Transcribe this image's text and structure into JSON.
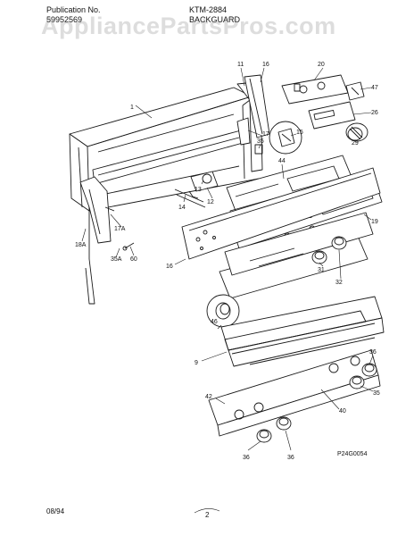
{
  "header": {
    "publication_label": "Publication No.",
    "publication_number": "59952569",
    "model": "KTM-2884",
    "section": "BACKGUARD"
  },
  "watermark": "AppliancePartsPros.com",
  "part_labels": {
    "p1": "1",
    "p11": "11",
    "p16a": "16",
    "p20": "20",
    "p47": "47",
    "p26": "26",
    "p17a": "17",
    "p35a": "35",
    "p15": "15",
    "p29": "29",
    "p44": "44",
    "p13": "13",
    "p12": "12",
    "p14": "14",
    "p19": "19",
    "p17A": "17A",
    "p18A": "18A",
    "p35A": "35A",
    "p60": "60",
    "p16b": "16",
    "p32": "32",
    "p31": "31",
    "p46": "46",
    "p9": "9",
    "p36a": "36",
    "p35b": "35",
    "p42": "42",
    "p40": "40",
    "p36b": "36",
    "p36c": "36"
  },
  "diagram_code": "P24G0054",
  "footer": {
    "date": "08/94",
    "page": "2"
  },
  "colors": {
    "line": "#1a1a1a",
    "watermark": "#969696"
  }
}
